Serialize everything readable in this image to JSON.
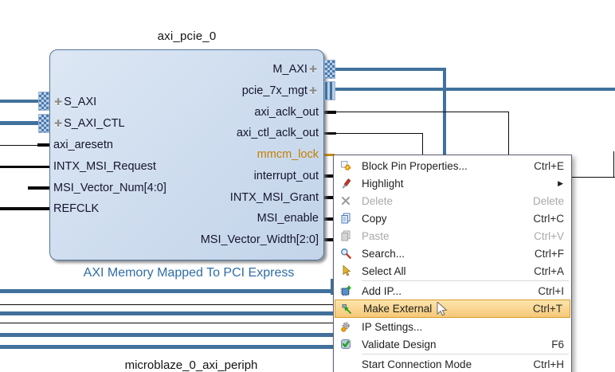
{
  "diagram": {
    "block": {
      "instance_name": "axi_pcie_0",
      "type_label": "AXI Memory Mapped To PCI Express",
      "left_ports": [
        {
          "name": "S_AXI",
          "kind": "interface",
          "expandable": true
        },
        {
          "name": "S_AXI_CTL",
          "kind": "interface",
          "expandable": true
        },
        {
          "name": "axi_aresetn",
          "kind": "pin"
        },
        {
          "name": "INTX_MSI_Request",
          "kind": "pin"
        },
        {
          "name": "MSI_Vector_Num[4:0]",
          "kind": "bus"
        },
        {
          "name": "REFCLK",
          "kind": "pin"
        }
      ],
      "right_ports": [
        {
          "name": "M_AXI",
          "kind": "interface",
          "expandable": true
        },
        {
          "name": "pcie_7x_mgt",
          "kind": "interface",
          "expandable": true
        },
        {
          "name": "axi_aclk_out",
          "kind": "pin"
        },
        {
          "name": "axi_ctl_aclk_out",
          "kind": "pin"
        },
        {
          "name": "mmcm_lock",
          "kind": "pin",
          "color": "orange"
        },
        {
          "name": "interrupt_out",
          "kind": "pin"
        },
        {
          "name": "INTX_MSI_Grant",
          "kind": "pin"
        },
        {
          "name": "MSI_enable",
          "kind": "pin"
        },
        {
          "name": "MSI_Vector_Width[2:0]",
          "kind": "bus"
        }
      ]
    },
    "partial_block_label": "microblaze_0_axi_periph"
  },
  "context_menu": {
    "items": [
      {
        "label": "Block Pin Properties...",
        "shortcut": "Ctrl+E",
        "icon": "properties-icon",
        "enabled": true
      },
      {
        "label": "Highlight",
        "shortcut": "",
        "icon": "highlight-icon",
        "enabled": true,
        "submenu": true
      },
      {
        "label": "Delete",
        "shortcut": "Delete",
        "icon": "delete-icon",
        "enabled": false
      },
      {
        "label": "Copy",
        "shortcut": "Ctrl+C",
        "icon": "copy-icon",
        "enabled": true
      },
      {
        "label": "Paste",
        "shortcut": "Ctrl+V",
        "icon": "paste-icon",
        "enabled": false
      },
      {
        "label": "Search...",
        "shortcut": "Ctrl+F",
        "icon": "search-icon",
        "enabled": true
      },
      {
        "label": "Select All",
        "shortcut": "Ctrl+A",
        "icon": "select-all-icon",
        "enabled": true
      },
      {
        "separator": true
      },
      {
        "label": "Add IP...",
        "shortcut": "Ctrl+I",
        "icon": "add-ip-icon",
        "enabled": true
      },
      {
        "label": "Make External",
        "shortcut": "Ctrl+T",
        "icon": "make-external-icon",
        "enabled": true,
        "highlighted": true
      },
      {
        "label": "IP Settings...",
        "shortcut": "",
        "icon": "ip-settings-icon",
        "enabled": true
      },
      {
        "label": "Validate Design",
        "shortcut": "F6",
        "icon": "validate-design-icon",
        "enabled": true
      },
      {
        "separator": true
      },
      {
        "label": "Start Connection Mode",
        "shortcut": "Ctrl+H",
        "icon": null,
        "enabled": true
      }
    ]
  },
  "colors": {
    "wire_blue": "#41719c",
    "block_fill": "#cfdded",
    "block_border": "#54749c",
    "menu_highlight_top": "#fde5ad",
    "menu_highlight_bottom": "#f6c878",
    "mmcm_orange": "#c47f00",
    "type_label_blue": "#2e6da8"
  }
}
